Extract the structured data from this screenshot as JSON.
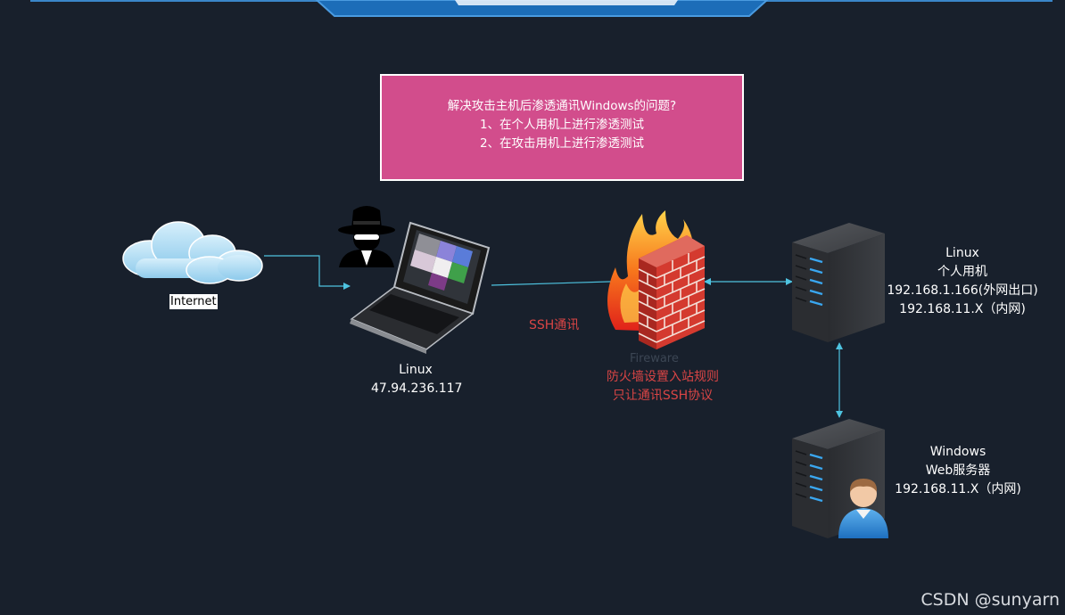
{
  "info_box": {
    "line1": "解决攻击主机后渗透通讯Windows的问题?",
    "line2": "1、在个人用机上进行渗透测试",
    "line3": "2、在攻击用机上进行渗透测试"
  },
  "internet": {
    "label": "Internet"
  },
  "attacker": {
    "os": "Linux",
    "ip": "47.94.236.117"
  },
  "ssh_label": "SSH通讯",
  "firewall": {
    "caption": "Fireware",
    "rule_line1": "防火墙设置入站规则",
    "rule_line2": "只让通讯SSH协议"
  },
  "personal_server": {
    "os": "Linux",
    "role": "个人用机",
    "ip_external": "192.168.1.166(外网出口)",
    "ip_internal": "192.168.11.X（内网)"
  },
  "web_server": {
    "os": "Windows",
    "role": "Web服务器",
    "ip_internal": "192.168.11.X（内网)"
  },
  "watermark": "CSDN @sunyarn",
  "colors": {
    "background": "#18202c",
    "info_box": "#d24d8c",
    "connector": "#4ec3e0",
    "warning_text": "#d94545"
  }
}
